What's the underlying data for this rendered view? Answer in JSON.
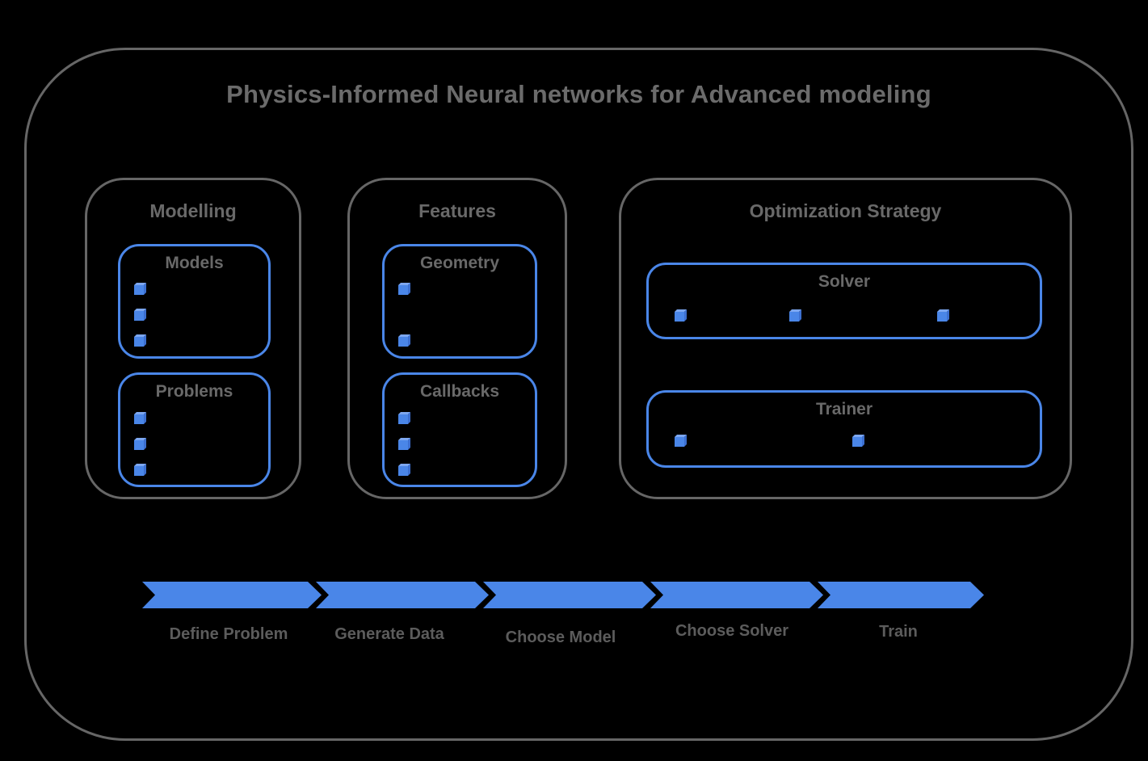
{
  "title": "Physics-Informed Neural networks for Advanced modeling",
  "colors": {
    "accent_blue": "#4a86e8",
    "cube_top_blue": "#7da7f0",
    "cube_side_blue": "#3c6fd0",
    "border_gray": "#666666",
    "title_gray": "#6b6b6b",
    "label_gray": "#5c5c5c",
    "background": "#000000"
  },
  "sections": [
    {
      "title": "Modelling",
      "boxes": [
        {
          "title": "Models",
          "bullets": 3
        },
        {
          "title": "Problems",
          "bullets": 3
        }
      ]
    },
    {
      "title": "Features",
      "boxes": [
        {
          "title": "Geometry",
          "bullets": 2
        },
        {
          "title": "Callbacks",
          "bullets": 3
        }
      ]
    },
    {
      "title": "Optimization Strategy",
      "boxes": [
        {
          "title": "Solver",
          "bullets": 3
        },
        {
          "title": "Trainer",
          "bullets": 2
        }
      ]
    }
  ],
  "flow": {
    "steps": [
      "Define Problem",
      "Generate Data",
      "Choose Model",
      "Choose Solver",
      "Train"
    ]
  }
}
